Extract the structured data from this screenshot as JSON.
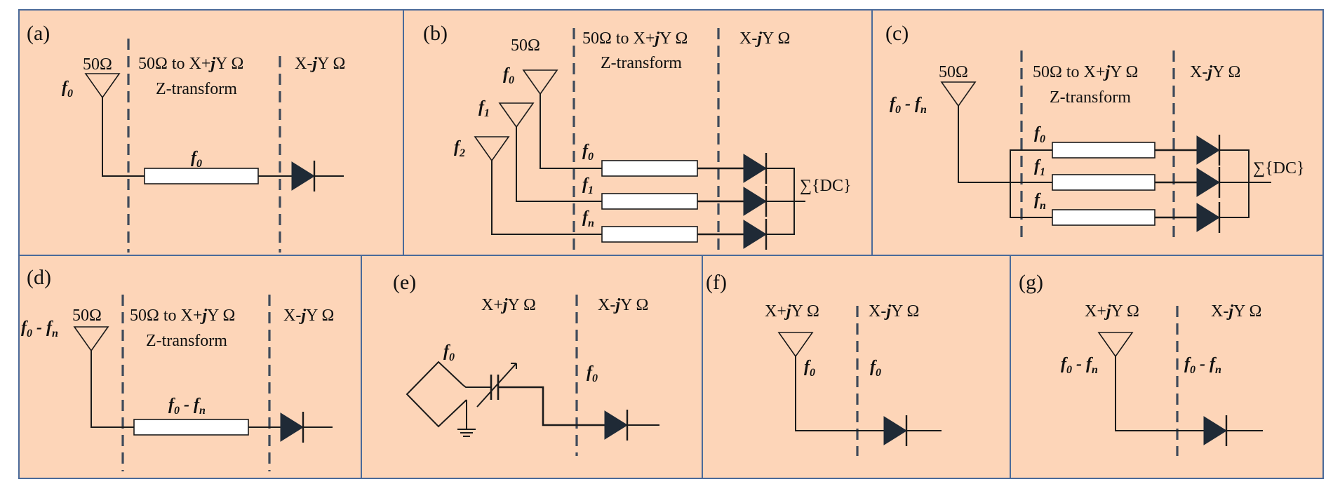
{
  "panels": {
    "a": {
      "label": "(a)",
      "port": "50Ω",
      "freq": "f",
      "freq_sub": "0",
      "ztrans_pre": "50Ω to X+",
      "ztrans_j": "j",
      "ztrans_post": "Y Ω",
      "ztrans_name": "Z-transform",
      "load_pre": "X-",
      "load_j": "j",
      "load_post": "Y Ω",
      "line_freq": "f",
      "line_freq_sub": "0"
    },
    "b": {
      "label": "(b)",
      "port": "50Ω",
      "ztrans_pre": "50Ω to X+",
      "ztrans_j": "j",
      "ztrans_post": "Y Ω",
      "ztrans_name": "Z-transform",
      "load_pre": "X-",
      "load_j": "j",
      "load_post": "Y Ω",
      "antennas": [
        {
          "f": "f",
          "sub": "0"
        },
        {
          "f": "f",
          "sub": "1"
        },
        {
          "f": "f",
          "sub": "2"
        }
      ],
      "branches": [
        {
          "f": "f",
          "sub": "0"
        },
        {
          "f": "f",
          "sub": "1"
        },
        {
          "f": "f",
          "sub": "n"
        }
      ],
      "sum": "∑{DC}"
    },
    "c": {
      "label": "(c)",
      "port": "50Ω",
      "band": "f0 - fn",
      "band_f0": "f",
      "band_f0_sub": "0",
      "band_dash": " - ",
      "band_fn": "f",
      "band_fn_sub": "n",
      "ztrans_pre": "50Ω to X+",
      "ztrans_j": "j",
      "ztrans_post": "Y Ω",
      "ztrans_name": "Z-transform",
      "load_pre": "X-",
      "load_j": "j",
      "load_post": "Y Ω",
      "branches": [
        {
          "f": "f",
          "sub": "0"
        },
        {
          "f": "f",
          "sub": "1"
        },
        {
          "f": "f",
          "sub": "n"
        }
      ],
      "sum": "∑{DC}"
    },
    "d": {
      "label": "(d)",
      "port": "50Ω",
      "band_f0": "f",
      "band_f0_sub": "0",
      "band_dash": " - ",
      "band_fn": "f",
      "band_fn_sub": "n",
      "ztrans_pre": "50Ω to X+",
      "ztrans_j": "j",
      "ztrans_post": "Y Ω",
      "ztrans_name": "Z-transform",
      "load_pre": "X-",
      "load_j": "j",
      "load_post": "Y Ω"
    },
    "e": {
      "label": "(e)",
      "src_pre": "X+",
      "src_j": "j",
      "src_post": "Y Ω",
      "load_pre": "X-",
      "load_j": "j",
      "load_post": "Y Ω",
      "freq": "f",
      "freq_sub": "0",
      "freq2": "f",
      "freq2_sub": "0"
    },
    "f": {
      "label": "(f)",
      "src_pre": "X+",
      "src_j": "j",
      "src_post": "Y Ω",
      "load_pre": "X-",
      "load_j": "j",
      "load_post": "Y Ω",
      "freq": "f",
      "freq_sub": "0",
      "freq2": "f",
      "freq2_sub": "0"
    },
    "g": {
      "label": "(g)",
      "src_pre": "X+",
      "src_j": "j",
      "src_post": "Y Ω",
      "load_pre": "X-",
      "load_j": "j",
      "load_post": "Y Ω",
      "band_f0": "f",
      "band_f0_sub": "0",
      "band_dash": " - ",
      "band_fn": "f",
      "band_fn_sub": "n",
      "band2_f0": "f",
      "band2_f0_sub": "0",
      "band2_dash": " - ",
      "band2_fn": "f",
      "band2_fn_sub": "n"
    }
  },
  "colors": {
    "panel_fill": "#fdd5b8",
    "panel_border": "#4a6a9a",
    "divider": "#3f4a5a",
    "diode": "#1f2a36"
  }
}
